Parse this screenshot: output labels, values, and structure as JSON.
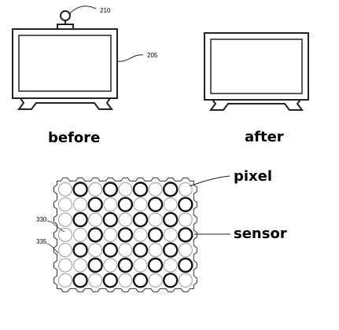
{
  "figure": {
    "monitor_before": {
      "caption": "before",
      "camera_ref": "210",
      "monitor_ref": "205"
    },
    "monitor_after": {
      "caption": "after"
    },
    "sensor_grid": {
      "callout_pixel": "pixel",
      "callout_sensor": "sensor",
      "ref_330": "330",
      "ref_335": "335",
      "rows": [
        [
          0,
          1,
          0,
          1,
          0,
          1,
          0,
          1,
          0
        ],
        [
          0,
          0,
          1,
          0,
          1,
          0,
          1,
          0,
          1
        ],
        [
          0,
          1,
          0,
          1,
          0,
          1,
          0,
          1,
          0
        ],
        [
          0,
          0,
          1,
          0,
          1,
          0,
          1,
          0,
          1
        ],
        [
          0,
          1,
          0,
          1,
          0,
          1,
          0,
          1,
          0
        ],
        [
          0,
          0,
          1,
          0,
          1,
          0,
          1,
          0,
          1
        ],
        [
          0,
          1,
          0,
          1,
          0,
          1,
          0,
          1,
          0
        ]
      ]
    }
  }
}
